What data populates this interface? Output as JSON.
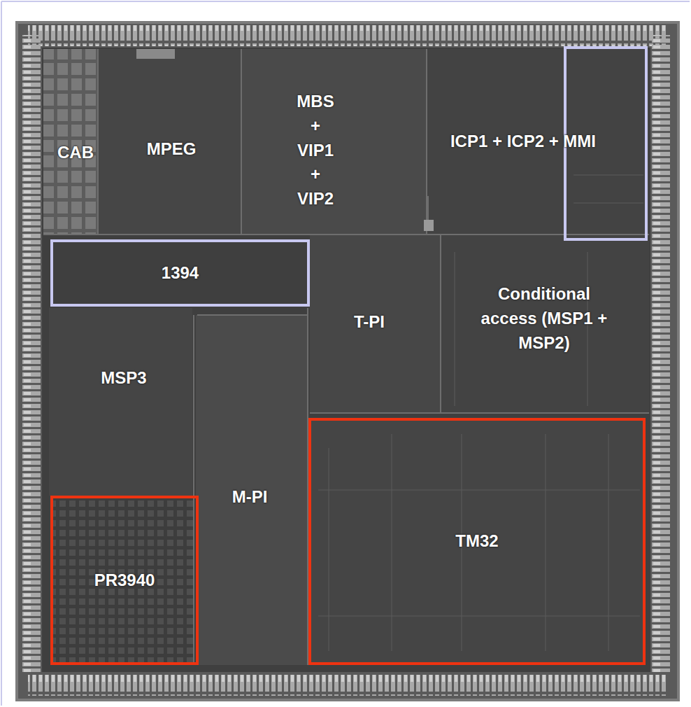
{
  "diagram": {
    "nodes": [
      {
        "text": [
          "1394"
        ]
      },
      {
        "text": [
          "PR3940"
        ]
      },
      {
        "text": [
          "TM32"
        ]
      }
    ],
    "labels": [
      "CAB",
      "MPEG",
      "MBS + VIP1 + VIP2",
      "ICP1 + ICP2 + MMI",
      "T-PI",
      "Conditional access (MSP1 + MSP2)",
      "MSP3",
      "M-PI"
    ]
  }
}
